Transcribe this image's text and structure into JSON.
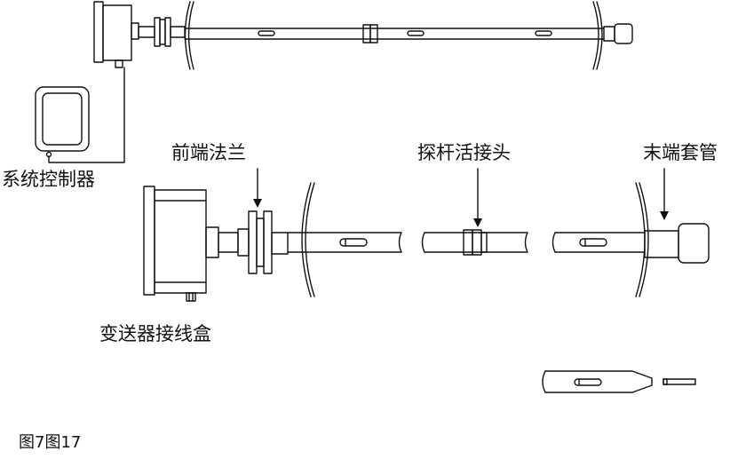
{
  "figure": {
    "caption": "图7图17",
    "labels": {
      "system_controller": "系统控制器",
      "front_flange": "前端法兰",
      "probe_joint": "探杆活接头",
      "end_sleeve": "末端套管",
      "transmitter_junction_box": "变送器接线盒"
    }
  },
  "colors": {
    "line": "#111111",
    "background": "#ffffff"
  }
}
